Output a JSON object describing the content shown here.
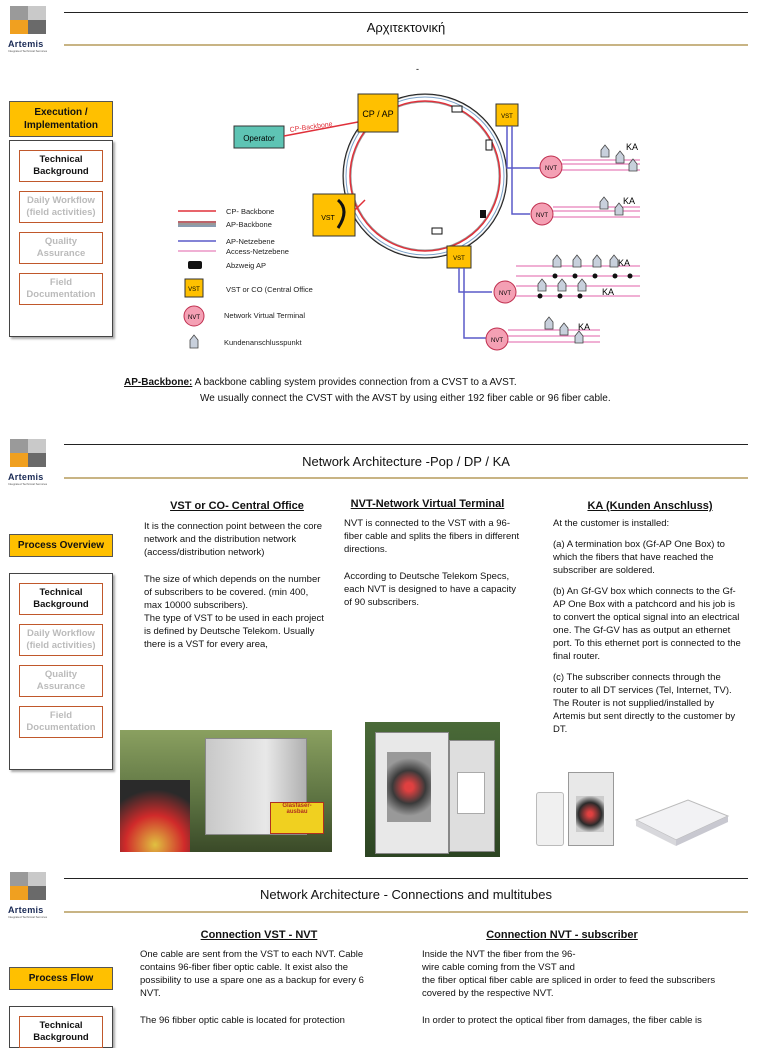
{
  "brand": {
    "name": "Artemis",
    "tagline": "Integrated Technical Services"
  },
  "slides": [
    {
      "title": "Αρχιτεκτονική",
      "nav_button": "Execution / Implementation",
      "nav_items": [
        "Technical Background",
        "Daily Workflow (field activities)",
        "Quality Assurance",
        "Field Documentation"
      ],
      "active_item": 0
    },
    {
      "title": "Network Architecture -Pop / DP / KA",
      "nav_button": "Process Overview",
      "nav_items": [
        "Technical Background",
        "Daily Workflow (field activities)",
        "Quality Assurance",
        "Field Documentation"
      ],
      "active_item": 0
    },
    {
      "title": "Network Architecture - Connections and multitubes",
      "nav_button": "Process Flow",
      "nav_items": [
        "Technical Background"
      ],
      "active_item": 0
    }
  ],
  "diagram": {
    "dash": "-",
    "operator": "Operator",
    "cp_backbone_label": "CP-Backbone",
    "cp_ap": "CP / AP",
    "vst": "VST",
    "nvt": "NVT",
    "ka": "KA",
    "legend": {
      "cp_backbone": "CP- Backbone",
      "ap_backbone": "AP-Backbone",
      "ap_netzebene": "AP-Netzebene",
      "access_netzebene": "Access-Netzebene",
      "abzweig": "Abzweig AP",
      "vst_desc": "VST or CO (Central Office",
      "nvt_desc": "Network Virtual Terminal",
      "ka_desc": "Kundenanschlusspunkt"
    },
    "colors": {
      "cp": "#e0303a",
      "ap": "#7aa0c8",
      "ap_net": "#5a5ac8",
      "access": "#e060a8",
      "vst": "#ffc000",
      "nvt": "#f4a0b4",
      "operator": "#5ec4b4"
    }
  },
  "ap_backbone": {
    "term": "AP-Backbone:",
    "line1": " A backbone cabling system provides connection from a CVST to a AVST.",
    "line2": "We usually connect the CVST with the AVST by using either 192 fiber cable or 96 fiber cable."
  },
  "slide2": {
    "col1": {
      "head": "VST or CO- Central Office",
      "p1": "It is the connection point between the core network and the distribution network (access/distribution network)",
      "p2a": "The size of which depends on the number of subscribers to be covered. (min 400, max 10000 subscribers).",
      "p2b": "The type of VST to be used in each project is defined by Deutsche Telekom. Usually there is a VST for every area,"
    },
    "col2": {
      "head": "NVT-Network Virtual Terminal",
      "p1": "NVT is connected to the VST with a 96-fiber cable and splits the fibers in different directions.",
      "p2": "According to Deutsche Telekom Specs, each NVT is designed to have a  capacity of 90 subscribers."
    },
    "col3": {
      "head": "KA (Kunden Anschluss)",
      "p0": "At the customer is installed:",
      "p1": "(a) A termination box (Gf-AP One Box) to which the fibers that have reached the subscriber are soldered.",
      "p2": "(b) An Gf-GV box which connects to the Gf-AP One Box with a patchcord and his job is to convert the optical signal into an electrical one. The Gf-GV has as output an ethernet port. To this ethernet port is connected to the final router.",
      "p3": "(c) The subscriber connects through the router to all DT services (Tel, Internet, TV). The Router is not supplied/installed by Artemis but sent directly to the customer by DT."
    },
    "photo_sign": "Glasfaser-\nausbau"
  },
  "slide3": {
    "col1": {
      "head": "Connection VST - NVT",
      "p1": "One cable are sent from the VST to each NVT. Cable contains 96-fiber fiber optic cable. It exist also the possibility to use a spare one as a backup for every 6  NVT.",
      "p2": "The 96 fibber optic cable is located  for protection"
    },
    "col2": {
      "head": "Connection NVT - subscriber",
      "p1a": "Inside the NVT the fiber from the 96-",
      "p1b": "wire cable coming from the VST and",
      "p1c": "the  fiber optical fiber cable are spliced in order to feed the subscribers",
      "p1d": " covered by the respective NVT.",
      "p2": "In order to protect the optical fiber from damages, the  fiber cable is"
    }
  }
}
